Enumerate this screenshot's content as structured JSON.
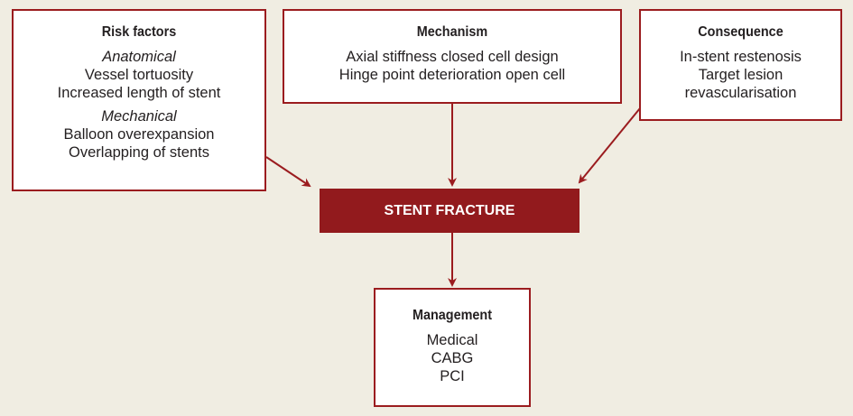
{
  "colors": {
    "accent": "#921a1d",
    "border": "#9b1c1f",
    "background": "#f0ede2"
  },
  "risk_factors": {
    "title": "Risk factors",
    "groups": [
      {
        "heading": "Anatomical",
        "items": [
          "Vessel tortuosity",
          "Increased length of stent"
        ]
      },
      {
        "heading": "Mechanical",
        "items": [
          "Balloon overexpansion",
          "Overlapping of stents"
        ]
      }
    ]
  },
  "mechanism": {
    "title": "Mechanism",
    "items": [
      "Axial stiffness closed cell design",
      "Hinge point deterioration open cell"
    ]
  },
  "consequence": {
    "title": "Consequence",
    "items": [
      "In-stent restenosis",
      "Target lesion",
      "revascularisation"
    ]
  },
  "center": {
    "label": "STENT FRACTURE"
  },
  "management": {
    "title": "Management",
    "items": [
      "Medical",
      "CABG",
      "PCI"
    ]
  }
}
